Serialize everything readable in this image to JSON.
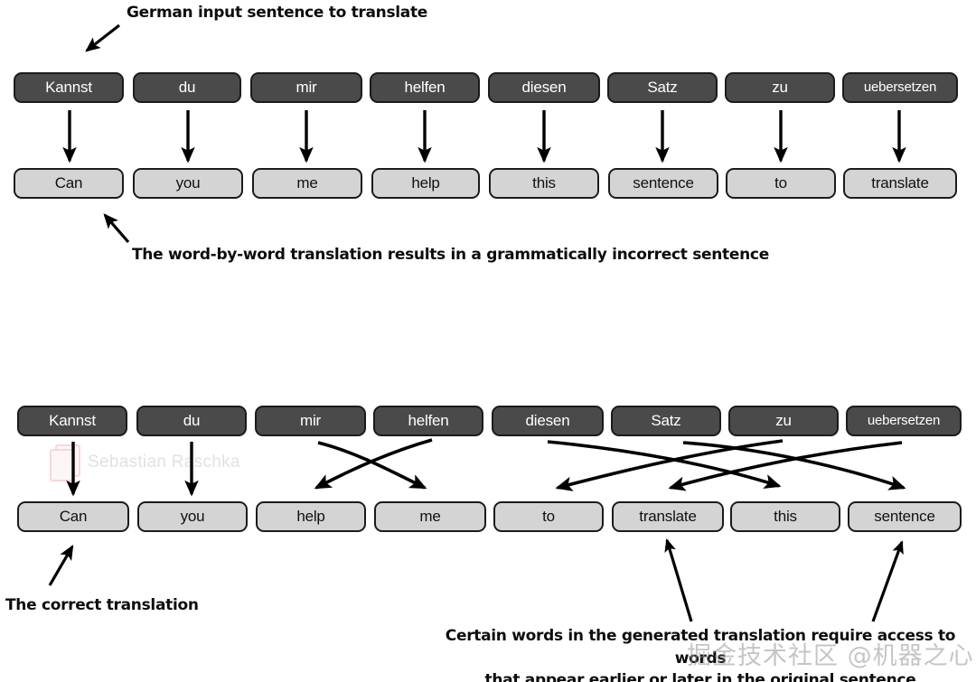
{
  "figure": {
    "title_caption": "German input sentence to translate",
    "mid_caption": "The word-by-word translation results in a grammatically incorrect sentence",
    "correct_caption": "The correct translation",
    "bottom_caption_line1": "Certain words in the generated translation require access to words",
    "bottom_caption_line2": "that appear earlier or later in the original sentence"
  },
  "colors": {
    "source_box_fill": "#4a4a4a",
    "source_box_border": "#1b1b1b",
    "source_box_text": "#ffffff",
    "target_box_fill": "#d4d4d4",
    "target_box_border": "#1b1b1b",
    "target_box_text": "#111111",
    "arrow": "#000000",
    "caption_text": "#0d0d0d",
    "watermark_sr": "#c9c9c9",
    "watermark_cn": "#969696"
  },
  "panel_top": {
    "source_row": [
      {
        "label": "Kannst"
      },
      {
        "label": "du"
      },
      {
        "label": "mir"
      },
      {
        "label": "helfen"
      },
      {
        "label": "diesen"
      },
      {
        "label": "Satz"
      },
      {
        "label": "zu"
      },
      {
        "label": "uebersetzen"
      }
    ],
    "target_row": [
      {
        "label": "Can"
      },
      {
        "label": "you"
      },
      {
        "label": "me"
      },
      {
        "label": "help"
      },
      {
        "label": "this"
      },
      {
        "label": "sentence"
      },
      {
        "label": "to"
      },
      {
        "label": "translate"
      }
    ],
    "alignment": [
      {
        "from": 0,
        "to": 0,
        "kind": "straight"
      },
      {
        "from": 1,
        "to": 1,
        "kind": "straight"
      },
      {
        "from": 2,
        "to": 2,
        "kind": "straight"
      },
      {
        "from": 3,
        "to": 3,
        "kind": "straight"
      },
      {
        "from": 4,
        "to": 4,
        "kind": "straight"
      },
      {
        "from": 5,
        "to": 5,
        "kind": "straight"
      },
      {
        "from": 6,
        "to": 6,
        "kind": "straight"
      },
      {
        "from": 7,
        "to": 7,
        "kind": "straight"
      }
    ]
  },
  "panel_bottom": {
    "source_row": [
      {
        "label": "Kannst"
      },
      {
        "label": "du"
      },
      {
        "label": "mir"
      },
      {
        "label": "helfen"
      },
      {
        "label": "diesen"
      },
      {
        "label": "Satz"
      },
      {
        "label": "zu"
      },
      {
        "label": "uebersetzen"
      }
    ],
    "target_row": [
      {
        "label": "Can"
      },
      {
        "label": "you"
      },
      {
        "label": "help"
      },
      {
        "label": "me"
      },
      {
        "label": "to"
      },
      {
        "label": "translate"
      },
      {
        "label": "this"
      },
      {
        "label": "sentence"
      }
    ],
    "alignment": [
      {
        "from": "Kannst",
        "to": "Can",
        "kind": "straight"
      },
      {
        "from": "du",
        "to": "you",
        "kind": "straight"
      },
      {
        "from": "mir",
        "to": "me",
        "kind": "crossing"
      },
      {
        "from": "helfen",
        "to": "help",
        "kind": "crossing"
      },
      {
        "from": "diesen",
        "to": "this",
        "kind": "crossing"
      },
      {
        "from": "Satz",
        "to": "sentence",
        "kind": "crossing"
      },
      {
        "from": "zu",
        "to": "to",
        "kind": "crossing"
      },
      {
        "from": "uebersetzen",
        "to": "translate",
        "kind": "crossing"
      }
    ]
  },
  "watermarks": {
    "author": "Sebastian Raschka",
    "community": "掘金技术社区 @机器之心"
  }
}
